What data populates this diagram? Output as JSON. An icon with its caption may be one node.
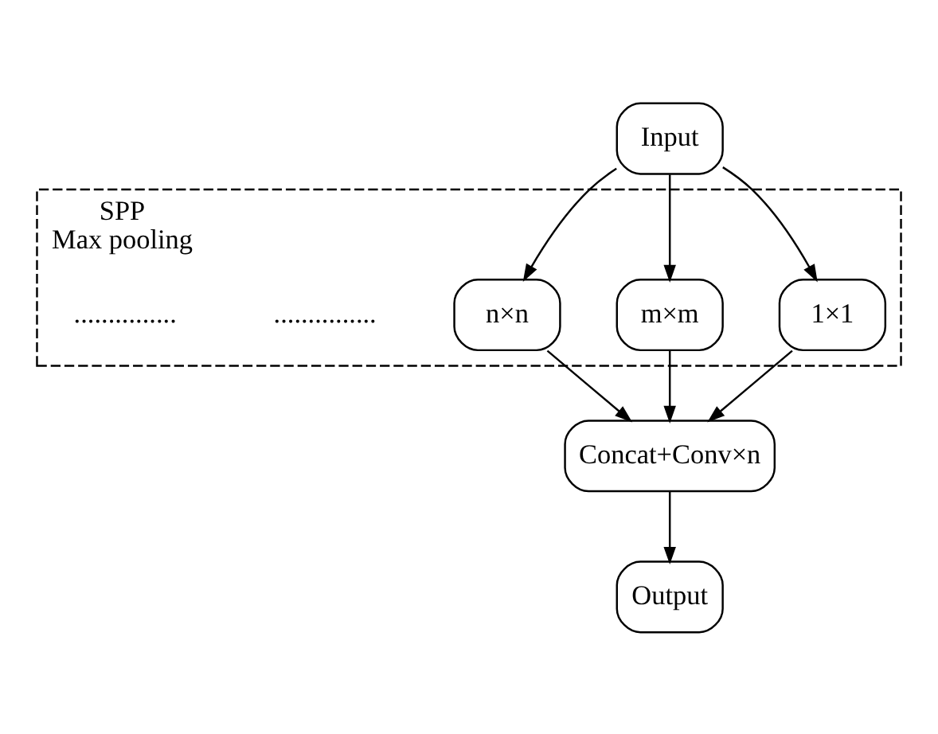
{
  "diagram": {
    "nodes": [
      {
        "text": [
          "Input"
        ]
      },
      {
        "text": [
          "SPP",
          "Max pooling"
        ]
      },
      {
        "text": [
          "1×1"
        ],
        "in": 1
      },
      {
        "text": [
          "m×m"
        ],
        "in": 1
      },
      {
        "text": [
          "n×n"
        ],
        "in": 1
      },
      {
        "text": [
          "Concat+Conv×n"
        ]
      },
      {
        "text": [
          "Output"
        ]
      }
    ],
    "edges": [
      {
        "from": 0,
        "to": 2,
        "arrow": "to"
      },
      {
        "from": 0,
        "to": 3,
        "arrow": "to"
      },
      {
        "from": 0,
        "to": 4,
        "arrow": "to"
      },
      {
        "from": 2,
        "to": 5,
        "arrow": "to"
      },
      {
        "from": 3,
        "to": 5,
        "arrow": "to"
      },
      {
        "from": 4,
        "to": 5,
        "arrow": "to"
      },
      {
        "from": 5,
        "to": 6,
        "arrow": "to"
      }
    ],
    "labels": [
      "...............",
      "..............."
    ]
  }
}
